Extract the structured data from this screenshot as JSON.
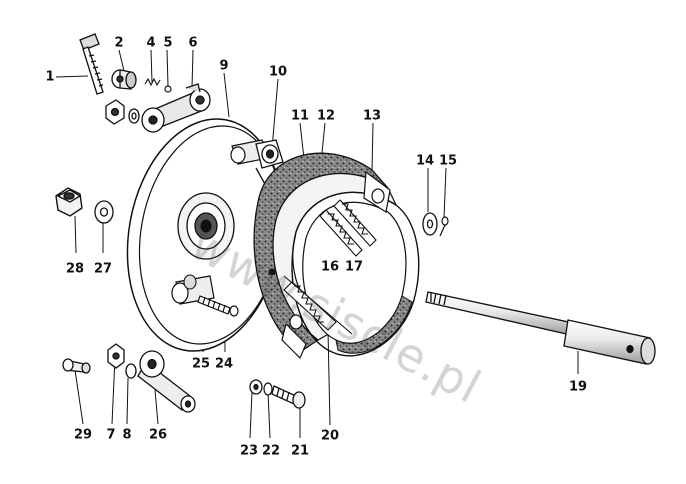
{
  "diagram": {
    "watermark": "www.siscle.pl",
    "callouts": [
      "1",
      "2",
      "4",
      "5",
      "6",
      "9",
      "10",
      "11",
      "12",
      "13",
      "14",
      "15",
      "28",
      "27",
      "16",
      "17",
      "25",
      "24",
      "19",
      "29",
      "7",
      "8",
      "26",
      "23",
      "22",
      "21",
      "20",
      "7",
      "8"
    ]
  }
}
